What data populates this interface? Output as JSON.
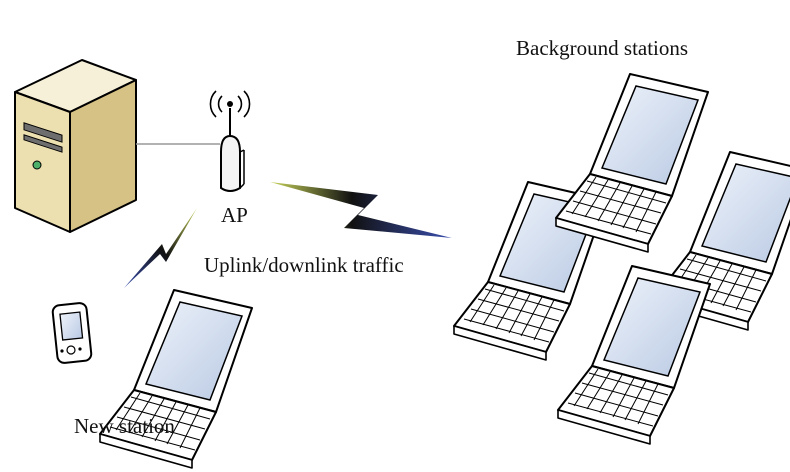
{
  "labels": {
    "background": "Background stations",
    "ap": "AP",
    "traffic": "Uplink/downlink traffic",
    "new_station": "New station"
  },
  "icons": [
    "server-icon",
    "access-point-icon",
    "lightning-bolt-icon",
    "smartphone-icon",
    "laptop-icon"
  ]
}
